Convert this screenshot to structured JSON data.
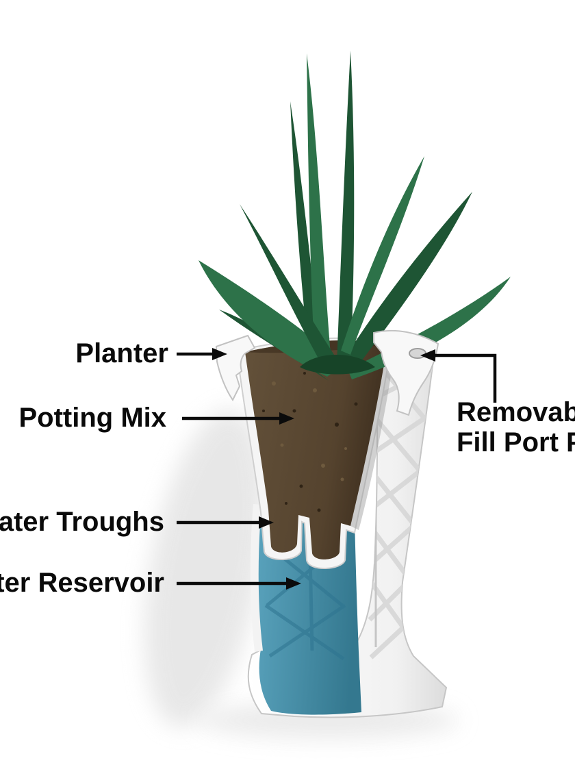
{
  "diagram": {
    "illustration": "self-watering-planter-cutaway",
    "labels": {
      "planter": "Planter",
      "potting_mix": "Potting Mix",
      "water_troughs": "Water Troughs",
      "water_reservoir": "Water Reservoir",
      "fill_port_line1": "Removable",
      "fill_port_line2": "Fill Port Plug"
    },
    "colors": {
      "background": "#ffffff",
      "label_text": "#0a0a0a",
      "arrow": "#0b0b0b",
      "leaf_mid": "#2d7249",
      "leaf_dark": "#1e5534",
      "leaf_deep": "#174428",
      "soil": "#55432e",
      "soil_dark": "#3c2d1d",
      "water": "#4a93ad",
      "water_dark": "#2e7490",
      "pot_white": "#f5f5f5",
      "pot_outline": "#c6c6c6",
      "shadow": "#e2e2e2"
    }
  }
}
